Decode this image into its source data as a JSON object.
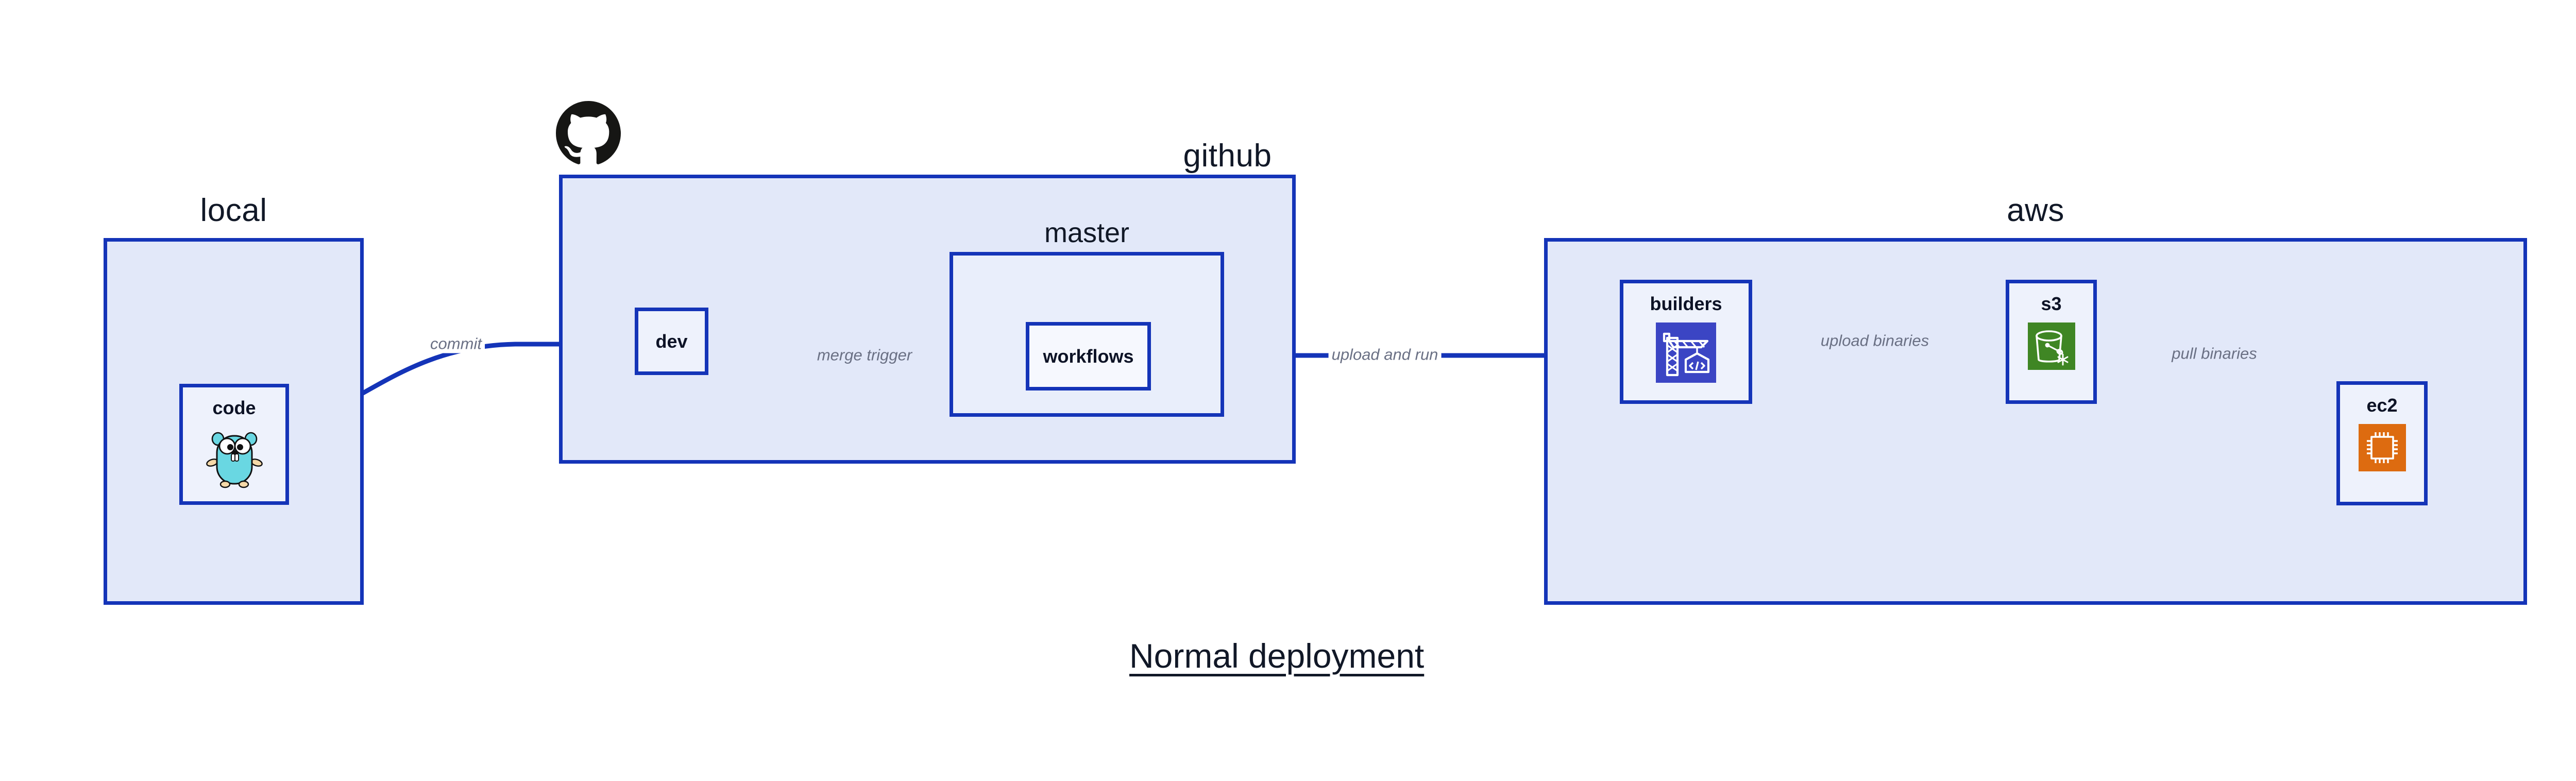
{
  "diagram": {
    "title": "Normal deployment",
    "background": "#ffffff",
    "colors": {
      "zone_fill": "#e2e8f9",
      "group_fill": "#e9eefb",
      "node_fill": "#eef2fc",
      "border": "#1434b8",
      "text": "#111827",
      "edge_label": "#6a7084",
      "s3_icon": "#3f8624",
      "ec2_icon": "#dd6b10",
      "builders_icon": "#3b45c4",
      "gopher": "#69d7e2",
      "github_mark": "#161614"
    }
  },
  "zones": [
    {
      "id": "local",
      "label": "local"
    },
    {
      "id": "github",
      "label": "github"
    },
    {
      "id": "aws",
      "label": "aws"
    }
  ],
  "groups": [
    {
      "id": "master",
      "label": "master",
      "parent": "github"
    }
  ],
  "nodes": [
    {
      "id": "code",
      "label": "code",
      "parent": "local",
      "icon": "go-gopher-icon"
    },
    {
      "id": "dev",
      "label": "dev",
      "parent": "github",
      "icon": "none"
    },
    {
      "id": "workflows",
      "label": "workflows",
      "parent": "master",
      "icon": "none"
    },
    {
      "id": "builders",
      "label": "builders",
      "parent": "aws",
      "icon": "aws-codebuild-crane-icon"
    },
    {
      "id": "s3",
      "label": "s3",
      "parent": "aws",
      "icon": "aws-s3-bucket-icon"
    },
    {
      "id": "ec2",
      "label": "ec2",
      "parent": "aws",
      "icon": "aws-ec2-chip-icon"
    }
  ],
  "edges": [
    {
      "id": "e1",
      "from": "code",
      "to": "dev",
      "label": "commit"
    },
    {
      "id": "e2",
      "from": "dev",
      "to": "workflows",
      "label": "merge trigger"
    },
    {
      "id": "e3",
      "from": "workflows",
      "to": "builders",
      "label": "upload and run"
    },
    {
      "id": "e4",
      "from": "builders",
      "to": "s3",
      "label": "upload binaries"
    },
    {
      "id": "e5",
      "from": "s3",
      "to": "ec2",
      "label": "pull binaries"
    }
  ],
  "github_mark": {
    "name": "github-octocat-logo"
  }
}
